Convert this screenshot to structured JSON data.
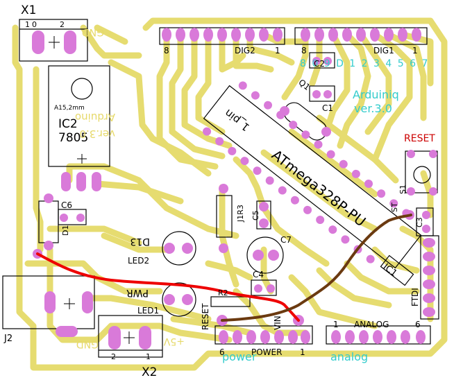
{
  "labels": {
    "x1": "X1",
    "x1_pin1": "1",
    "x1_pin0": "0",
    "x1_pin2": "2",
    "gnd_top": "GND",
    "ic2": "IC2",
    "ic2_val": "7805",
    "ic2_note": "A15,2mm",
    "arduino_mirror_1": "Arduino",
    "arduino_mirror_2": "ver.3.0",
    "dig2": "DIG2",
    "dig2_left": "8",
    "dig2_right": "1",
    "dig1": "DIG1",
    "dig1_left": "8",
    "dig1_right": "1",
    "digits_cyan": "8 0 9 D 1 2 3 4 5 6 7",
    "c2": "C2",
    "c1": "C1",
    "q1": "Q1",
    "arduiniq": "Arduiniq",
    "arduiniq_ver": "ver.3.0",
    "reset_red": "RESET",
    "s1": "S1",
    "st": "ST",
    "chip_main": "ATmega328P-PU",
    "chip_pin": "1_pin",
    "c6": "C6",
    "d1": "D1",
    "j1r3": "J1R3",
    "c5": "C5",
    "c7": "C7",
    "c3": "C3",
    "c4": "C4",
    "d13": "D13",
    "led2": "LED2",
    "pwr": "PWR",
    "led1": "LED1",
    "r2": "R2",
    "reset_v": "RESET",
    "vin": "VIN",
    "ic1": "IC1",
    "ftdi": "FTDI",
    "analog": "ANALOG",
    "analog_1": "1",
    "analog_6": "6",
    "j2": "J2",
    "gnd_bottom": "GND",
    "plus5v": "+5V",
    "x2": "X2",
    "x2_pin2": "2",
    "x2_pin1": "1",
    "power": "POWER",
    "power_6": "6",
    "power_1": "1",
    "power_cyan": "power",
    "analog_cyan": "analog"
  },
  "colors": {
    "trace": "#e6dc70",
    "pad": "#d97ad9",
    "drill": "#c8c0b0",
    "jumper_red": "#ee0000",
    "jumper_brown": "#6b3a10",
    "silk": "#000000",
    "overlay_cyan": "#33cccc"
  }
}
